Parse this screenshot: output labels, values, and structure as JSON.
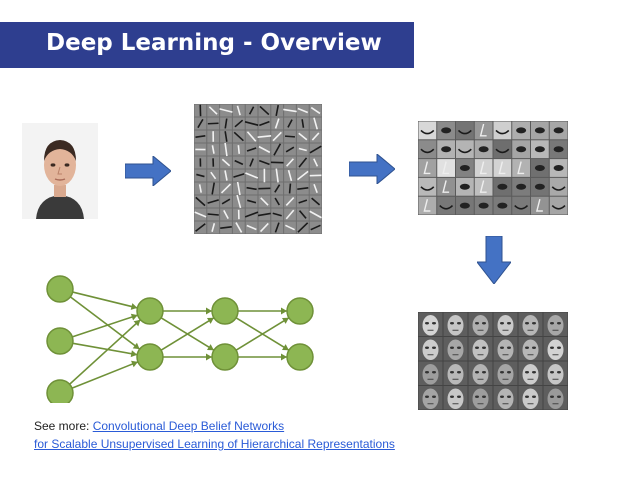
{
  "slide": {
    "title": "Deep Learning - Overview",
    "colors": {
      "title_bg": "#2e3e8f",
      "arrow": "#4472c4",
      "node": "#8db653",
      "node_line": "#6f9138"
    }
  },
  "images": {
    "face_photo": "face-photo",
    "layer1": "edge-filters",
    "layer2": "face-part-features",
    "layer3": "whole-face-features"
  },
  "footer": {
    "prefix": "See more: ",
    "link_line1": "Convolutional Deep Belief Networks",
    "link_line2": "for Scalable Unsupervised Learning of Hierarchical Representations"
  }
}
